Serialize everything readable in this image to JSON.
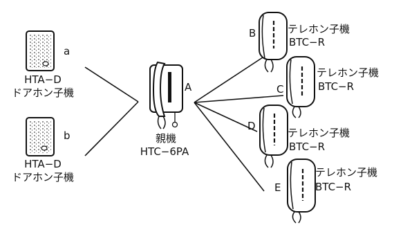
{
  "door_phones": [
    {
      "letter": "a",
      "model": "HTA−D",
      "label": "ドアホン子機"
    },
    {
      "letter": "b",
      "model": "HTA−D",
      "label": "ドアホン子機"
    }
  ],
  "master": {
    "letter": "A",
    "label": "親機",
    "model": "HTC−6PA"
  },
  "extensions": [
    {
      "letter": "B",
      "label": "テレホン子機",
      "model": "BTC−R"
    },
    {
      "letter": "C",
      "label": "テレホン子機",
      "model": "BTC−R"
    },
    {
      "letter": "D",
      "label": "テレホン子機",
      "model": "BTC−R"
    },
    {
      "letter": "E",
      "label": "テレホン子機",
      "model": "BTC−R"
    }
  ]
}
